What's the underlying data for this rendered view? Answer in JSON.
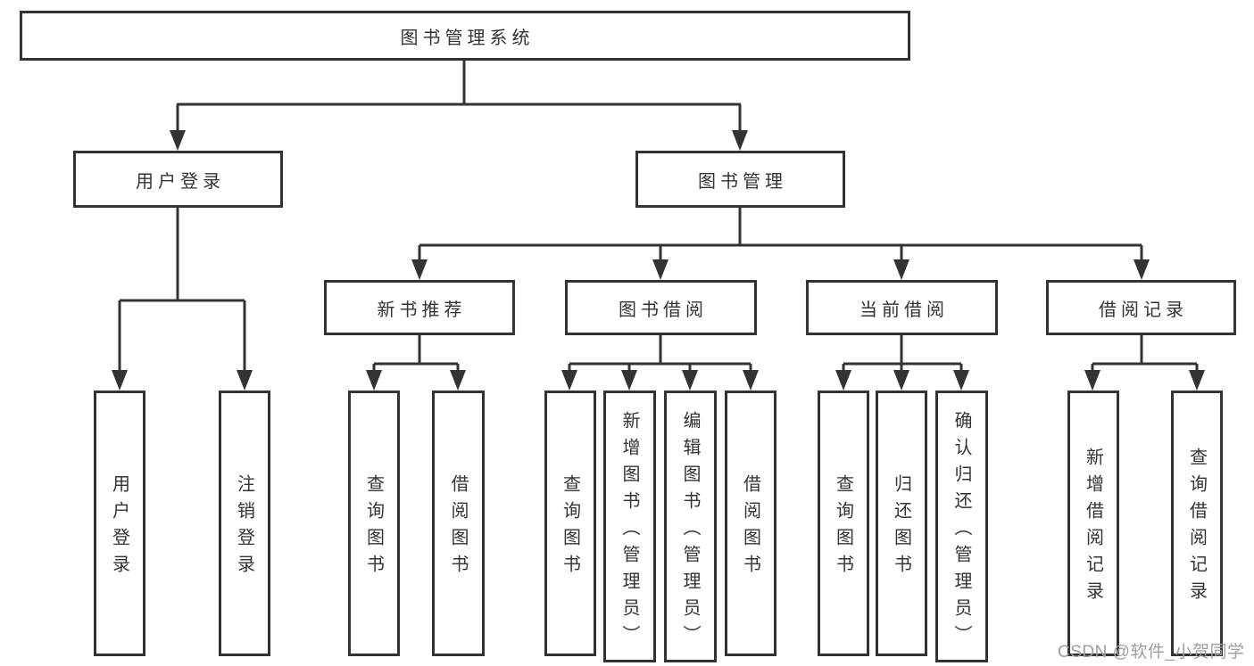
{
  "diagram": {
    "root": {
      "label": "图书管理系统"
    },
    "level2": [
      {
        "label": "用户登录"
      },
      {
        "label": "图书管理"
      }
    ],
    "level3": [
      {
        "label": "新书推荐"
      },
      {
        "label": "图书借阅"
      },
      {
        "label": "当前借阅"
      },
      {
        "label": "借阅记录"
      }
    ],
    "leaves": {
      "user_login": [
        "用户登录",
        "注销登录"
      ],
      "new_books": [
        "查询图书",
        "借阅图书"
      ],
      "book_borrow": [
        "查询图书",
        "新增图书（管理员）",
        "编辑图书（管理员）",
        "借阅图书"
      ],
      "current_borrow": [
        "查询图书",
        "归还图书",
        "确认归还（管理员）"
      ],
      "borrow_records": [
        "新增借阅记录",
        "查询借阅记录"
      ]
    }
  },
  "watermark": {
    "text": "CSDN @软件_小贺同学"
  },
  "colors": {
    "line": "#333333",
    "box_border": "#333333",
    "text": "#333333",
    "watermark": "#9e9e9e",
    "background": "#ffffff"
  }
}
